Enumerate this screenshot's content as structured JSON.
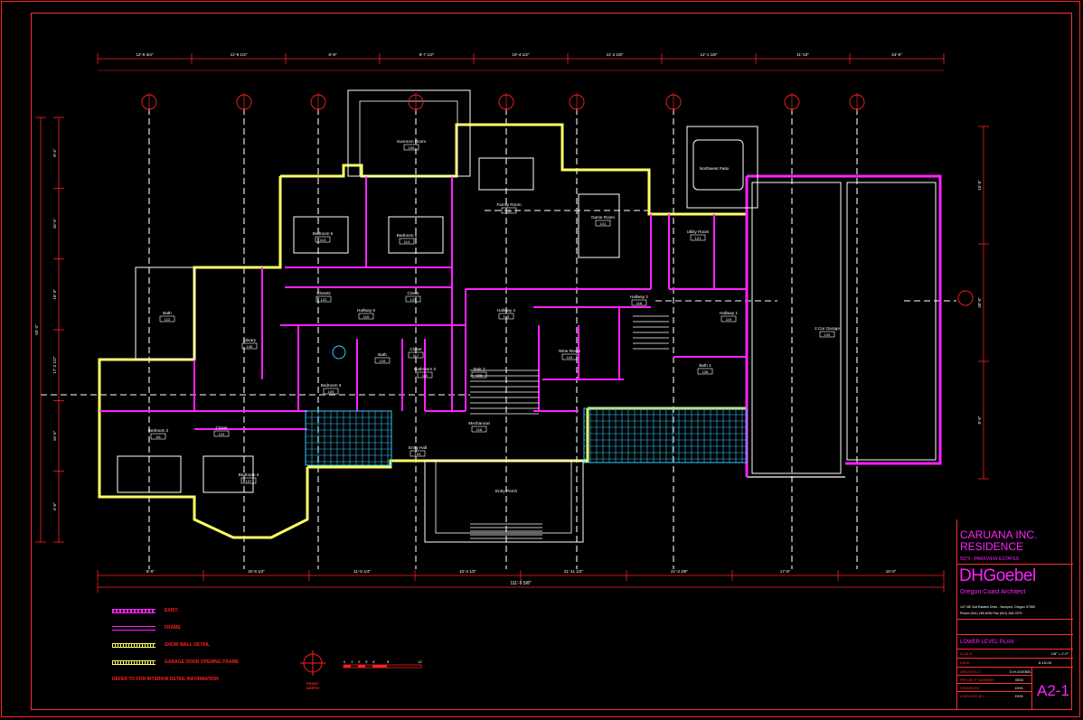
{
  "sheet": {
    "client_line1": "CARUANA INC.",
    "client_line2": "RESIDENCE",
    "client_sub": "5373 - PARKVIEW ESTATES",
    "firm": "DHGoebel",
    "firm_sub": "Oregon Coast Architect",
    "firm_address": "147 NE 2nd Estates Drive  -  Newport, Oregon 97365",
    "firm_phone": "Phone (541) 265-8252     Fax (541) 265-7679",
    "sheet_title": "LOWER LEVEL PLAN",
    "scale_label": "SCALE:",
    "scale_value": "1/8\" = 1'-0\"",
    "date_label": "DATE:",
    "date_value": "6-15-05",
    "info_rows": [
      {
        "label": "ARCHITECT:",
        "value": "D.H.GOEBEL"
      },
      {
        "label": "PROJECT NUMBER:",
        "value": "0503"
      },
      {
        "label": "DRAWN BY:",
        "value": "DHG"
      },
      {
        "label": "CHECKED BY:",
        "value": "DHG"
      }
    ],
    "sheet_number": "A2-1"
  },
  "legend": {
    "items": [
      {
        "label": "EXIST.",
        "color": "#ff22ff"
      },
      {
        "label": "FRAME",
        "color": "#ff22ff"
      },
      {
        "label": "SHOW WALL DETAIL",
        "color": "#ffff66"
      },
      {
        "label": "GARAGE DOOR OPENING FRAME",
        "color": "#ffff66"
      }
    ],
    "note": "REFER TO FOR INTERIOR DETAIL INFORMATION"
  },
  "north": {
    "label": "FRONT NORTH"
  },
  "dimensions": {
    "top": [
      "12'-9 3/4\"",
      "11'-9 1/4\"",
      "6'-8\"",
      "8'-7 1/2\"",
      "10'-4 1/2\"",
      "11'-2 1/8\"",
      "12'-1 1/8\"",
      "11'-10\"",
      "24'-6\""
    ],
    "bottom": [
      "8'-6\"",
      "15'-8 1/2\"",
      "11'-8 1/4\"",
      "10'-3 1/2\"",
      "21'-11 1/2\"",
      "21'-3 3/8\"",
      "17'-6\"",
      "15'-0\""
    ],
    "overall_bottom": "111'-9 5/8\"",
    "left": [
      "8'-4\"",
      "16'-4\"",
      "10'-3\"",
      "17'-2 1/2\"",
      "16'-4\"",
      "4'-6\""
    ],
    "left_overall": "55'-4\"",
    "right": [
      "15'-6\"",
      "30'-0\"",
      "8'-6\""
    ]
  },
  "rooms": [
    {
      "name": "Bedroom 5",
      "num": "113"
    },
    {
      "name": "Bedroom 6",
      "num": "114"
    },
    {
      "name": "Family Room",
      "num": "102"
    },
    {
      "name": "Game Room",
      "num": "101"
    },
    {
      "name": "Utility Room",
      "num": "121"
    },
    {
      "name": "Bath",
      "num": "112"
    },
    {
      "name": "Library",
      "num": "108"
    },
    {
      "name": "Hallway 6",
      "num": "115"
    },
    {
      "name": "Hallway 4",
      "num": "105"
    },
    {
      "name": "Hallway 2",
      "num": "118"
    },
    {
      "name": "Hallway 1",
      "num": "119"
    },
    {
      "name": "Bedroom 3",
      "num": "109"
    },
    {
      "name": "Bathroom 3",
      "num": "110"
    },
    {
      "name": "Bedroom 4",
      "num": "107"
    },
    {
      "name": "Bedroom 2",
      "num": "111"
    },
    {
      "name": "Wine Room",
      "num": "104"
    },
    {
      "name": "Stair 2",
      "num": "106"
    },
    {
      "name": "Entry Hall",
      "num": "103"
    },
    {
      "name": "Mechanical",
      "num": "116"
    },
    {
      "name": "2 Car Garage",
      "num": "120"
    },
    {
      "name": "Sunroom Room",
      "num": "100"
    },
    {
      "name": "Northwest Patio",
      "num": ""
    },
    {
      "name": "Entry Porch",
      "num": ""
    },
    {
      "name": "Closet",
      "num": "117"
    },
    {
      "name": "Closets",
      "num": "122"
    },
    {
      "name": "Closet",
      "num": "123"
    },
    {
      "name": "Closet",
      "num": "124"
    },
    {
      "name": "Bath",
      "num": "125"
    },
    {
      "name": "Bath 1",
      "num": "126"
    }
  ],
  "colors": {
    "wall": "#ffff66",
    "magenta": "#ff22ff",
    "red": "#ff2020",
    "white": "#ffffff",
    "cyan": "#33ccff",
    "gray": "#aaaaaa"
  }
}
